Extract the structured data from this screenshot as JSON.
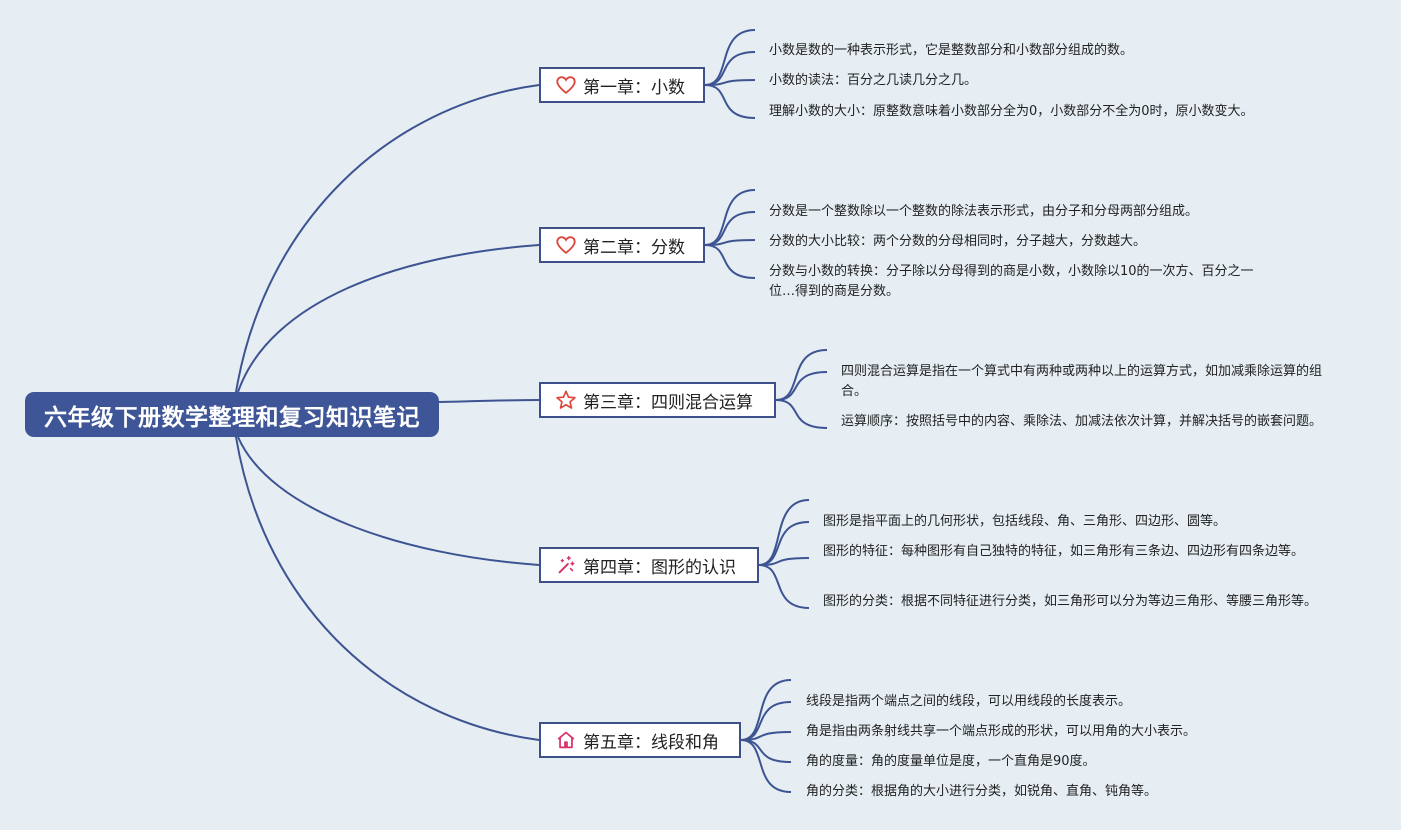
{
  "root": {
    "title": "六年级下册数学整理和复习知识笔记"
  },
  "colors": {
    "line": "#3d5392",
    "root_bg": "#3e5597",
    "icon_red": "#e0453a",
    "icon_pink": "#d6336c",
    "background": "#e6eef3"
  },
  "chapters": [
    {
      "title": "第一章：小数",
      "icon": "heart-icon",
      "notes": [
        "小数是数的一种表示形式，它是整数部分和小数部分组成的数。",
        "小数的读法：百分之几读几分之几。",
        "理解小数的大小：原整数意味着小数部分全为0，小数部分不全为0时，原小数变大。"
      ]
    },
    {
      "title": "第二章：分数",
      "icon": "heart-icon",
      "notes": [
        "分数是一个整数除以一个整数的除法表示形式，由分子和分母两部分组成。",
        "分数的大小比较：两个分数的分母相同时，分子越大，分数越大。",
        "分数与小数的转换：分子除以分母得到的商是小数，小数除以10的一次方、百分之一位…得到的商是分数。"
      ]
    },
    {
      "title": "第三章：四则混合运算",
      "icon": "star-icon",
      "notes": [
        "四则混合运算是指在一个算式中有两种或两种以上的运算方式，如加减乘除运算的组合。",
        "运算顺序：按照括号中的内容、乘除法、加减法依次计算，并解决括号的嵌套问题。"
      ]
    },
    {
      "title": "第四章：图形的认识",
      "icon": "magic-wand-icon",
      "notes": [
        "图形是指平面上的几何形状，包括线段、角、三角形、四边形、圆等。",
        "图形的特征：每种图形有自己独特的特征，如三角形有三条边、四边形有四条边等。",
        "图形的分类：根据不同特征进行分类，如三角形可以分为等边三角形、等腰三角形等。"
      ]
    },
    {
      "title": "第五章：线段和角",
      "icon": "home-icon",
      "notes": [
        "线段是指两个端点之间的线段，可以用线段的长度表示。",
        "角是指由两条射线共享一个端点形成的形状，可以用角的大小表示。",
        "角的度量：角的度量单位是度，一个直角是90度。",
        "角的分类：根据角的大小进行分类，如锐角、直角、钝角等。"
      ]
    }
  ]
}
